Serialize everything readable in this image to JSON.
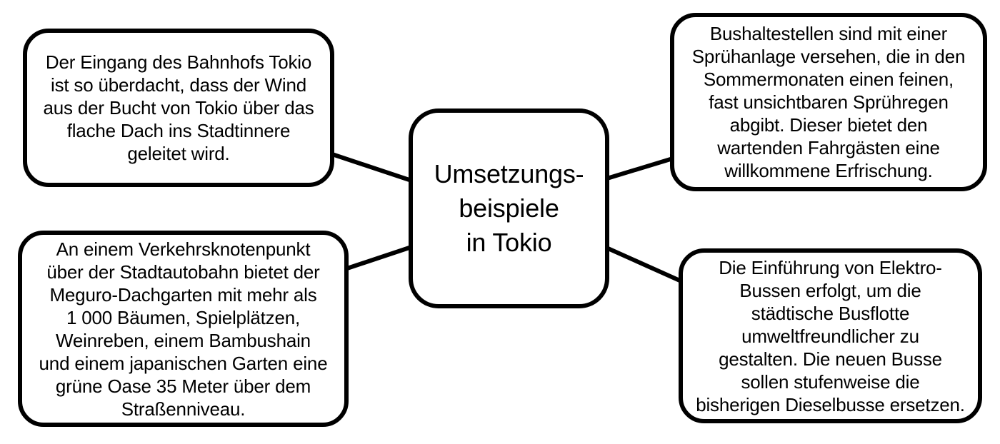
{
  "diagram": {
    "title": "Umsetzungsbeispiele in Tokio",
    "colors": {
      "background": "#ffffff",
      "stroke": "#000000",
      "text": "#000000",
      "node_fill": "#ffffff"
    },
    "center": {
      "text": "Umsetzungs-\nbeispiele\nin Tokio"
    },
    "nodes": [
      {
        "id": "top-left",
        "text": "Der Eingang des Bahnhofs Tokio\nist so überdacht, dass der Wind\naus der Bucht von Tokio über das\nflache Dach ins Stadtinnere\ngeleitet wird."
      },
      {
        "id": "top-right",
        "text": "Bushaltestellen sind mit einer\nSprühanlage versehen, die in den\nSommermonaten einen feinen,\nfast unsichtbaren Sprühregen\nabgibt. Dieser bietet den\nwartenden Fahrgästen eine\nwillkommene Erfrischung."
      },
      {
        "id": "bottom-left",
        "text": "An einem Verkehrsknotenpunkt\nüber der Stadtautobahn bietet der\nMeguro-Dachgarten mit mehr als\n1 000 Bäumen, Spielplätzen,\nWeinreben, einem Bambushain\nund einem japanischen Garten eine\ngrüne Oase 35 Meter über dem\nStraßenniveau."
      },
      {
        "id": "bottom-right",
        "text": "Die Einführung von Elektro-\nBussen erfolgt, um die\nstädtische Busflotte\numweltfreundlicher zu\ngestalten. Die neuen Busse\nsollen stufenweise die\nbisherigen Dieselbusse ersetzen."
      }
    ]
  }
}
